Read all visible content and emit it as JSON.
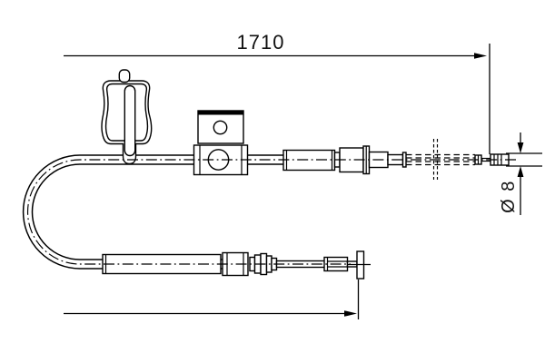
{
  "page": {
    "background_color": "#ffffff",
    "line_color": "#000000"
  },
  "drawing": {
    "type": "technical-diagram",
    "subject": "parking brake cable",
    "labels": {
      "overall_length": "1710",
      "end_diameter": "Ø 8"
    },
    "parts": [
      "cable-u-bend",
      "spring-clip",
      "mounting-bracket",
      "conduit-sleeve",
      "adjuster-assembly",
      "threaded-rod-dashed-section",
      "cable-end-barrel-nipple",
      "lower-conduit-sleeve",
      "bellows-grommet",
      "inner-rod",
      "clevis-end-fitting"
    ]
  }
}
